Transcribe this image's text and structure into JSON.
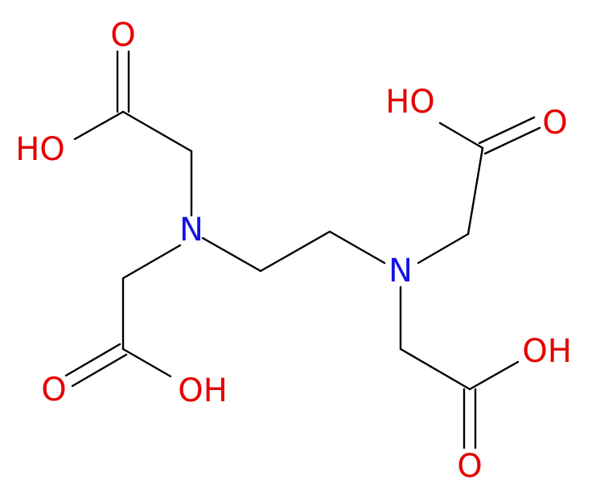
{
  "colors": {
    "bond": "#000000",
    "nitrogen": "#1414e6",
    "oxygen": "#e60000",
    "background": "#ffffff"
  },
  "labels": {
    "n_left": "N",
    "n_right": "N",
    "o_top_left_carbonyl": "O",
    "oh_top_left": "HO",
    "o_bottom_left_carbonyl": "O",
    "oh_bottom_left": "OH",
    "oh_top_right": "HO",
    "o_top_right_carbonyl": "O",
    "oh_bottom_right": "OH",
    "o_bottom_right_carbonyl": "O"
  }
}
